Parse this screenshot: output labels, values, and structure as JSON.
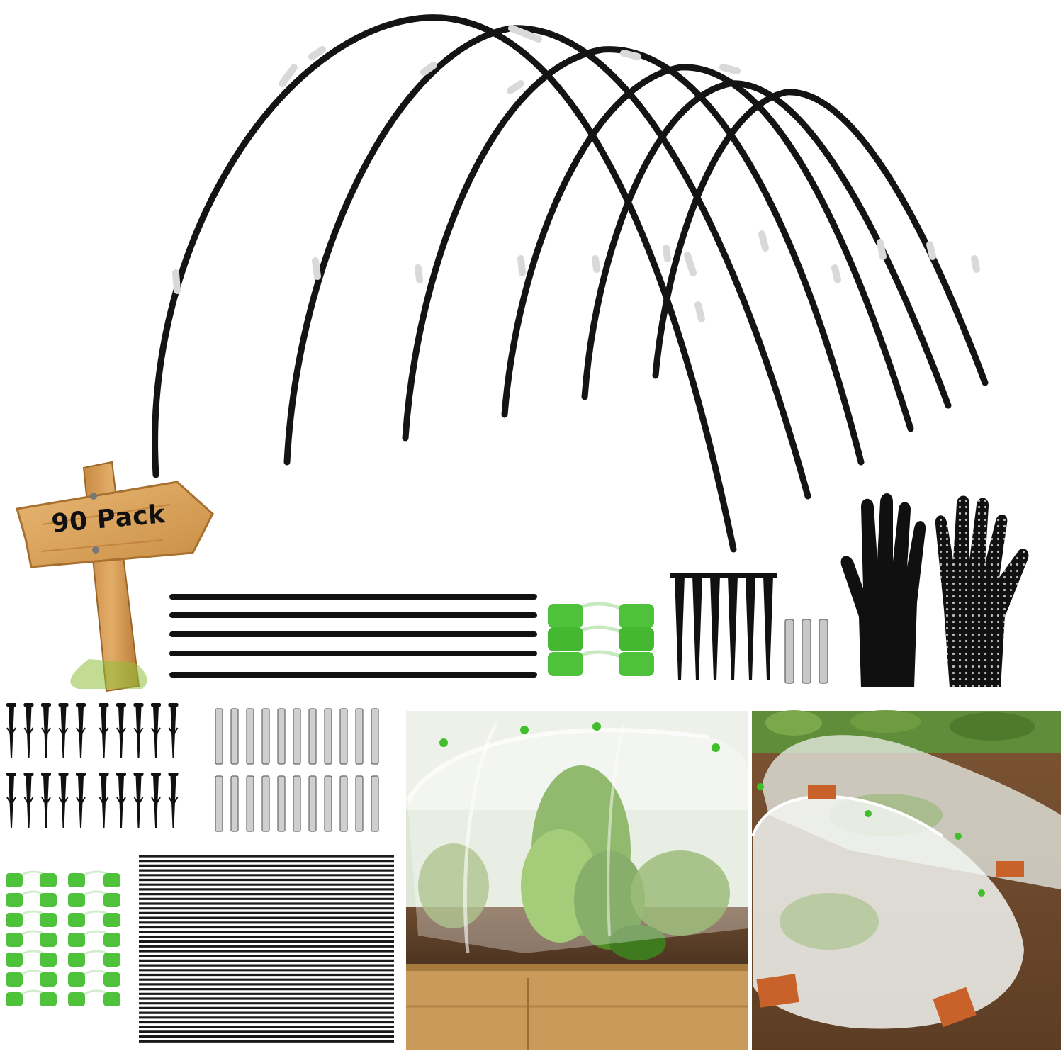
{
  "product_image": {
    "sign": {
      "label": "90 Pack"
    },
    "colors": {
      "hoop": "#141414",
      "clip_green": "#4ec23b",
      "wood": "#d9a35c",
      "glove": "#101010"
    },
    "photos": [
      {
        "name": "raised-bed-greenhouse-cover"
      },
      {
        "name": "garden-row-net-tunnels"
      }
    ]
  }
}
